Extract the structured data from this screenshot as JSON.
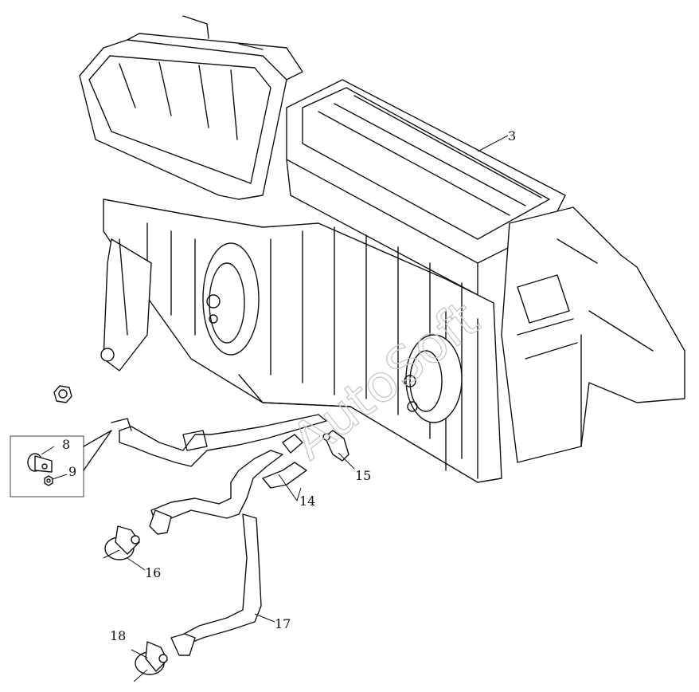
{
  "callouts": {
    "c3": "3",
    "c8": "8",
    "c9": "9",
    "c14": "14",
    "c15": "15",
    "c16": "16",
    "c17": "17",
    "c18": "18"
  },
  "watermark": "AutoSoft"
}
